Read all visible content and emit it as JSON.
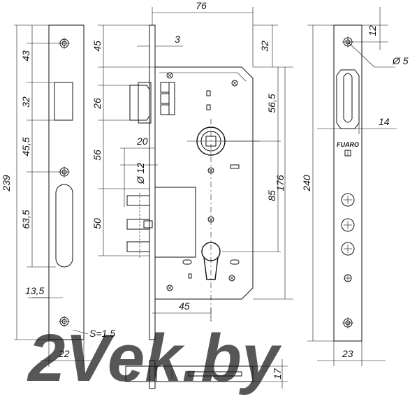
{
  "dimensions": {
    "front_239": "239",
    "front_43": "43",
    "front_32": "32",
    "front_45_5": "45,5",
    "front_63_5": "63,5",
    "front_13_5": "13,5",
    "front_22": "22",
    "thickness_label": "S=1,5",
    "body_76": "76",
    "body_3": "3",
    "body_45_top": "45",
    "body_32_top": "32",
    "body_26": "26",
    "body_56": "56",
    "body_20": "20",
    "body_phi12": "Ø 12",
    "body_50": "50",
    "body_56_5": "56,5",
    "body_85": "85",
    "body_176": "176",
    "body_45_bottom": "45",
    "side_12": "12",
    "side_phi5": "Ø 5",
    "side_14": "14",
    "side_240": "240",
    "side_23": "23",
    "bottom_17": "17"
  },
  "brand": {
    "name": "FUARO"
  },
  "watermark": {
    "text": "2Vek.by"
  }
}
